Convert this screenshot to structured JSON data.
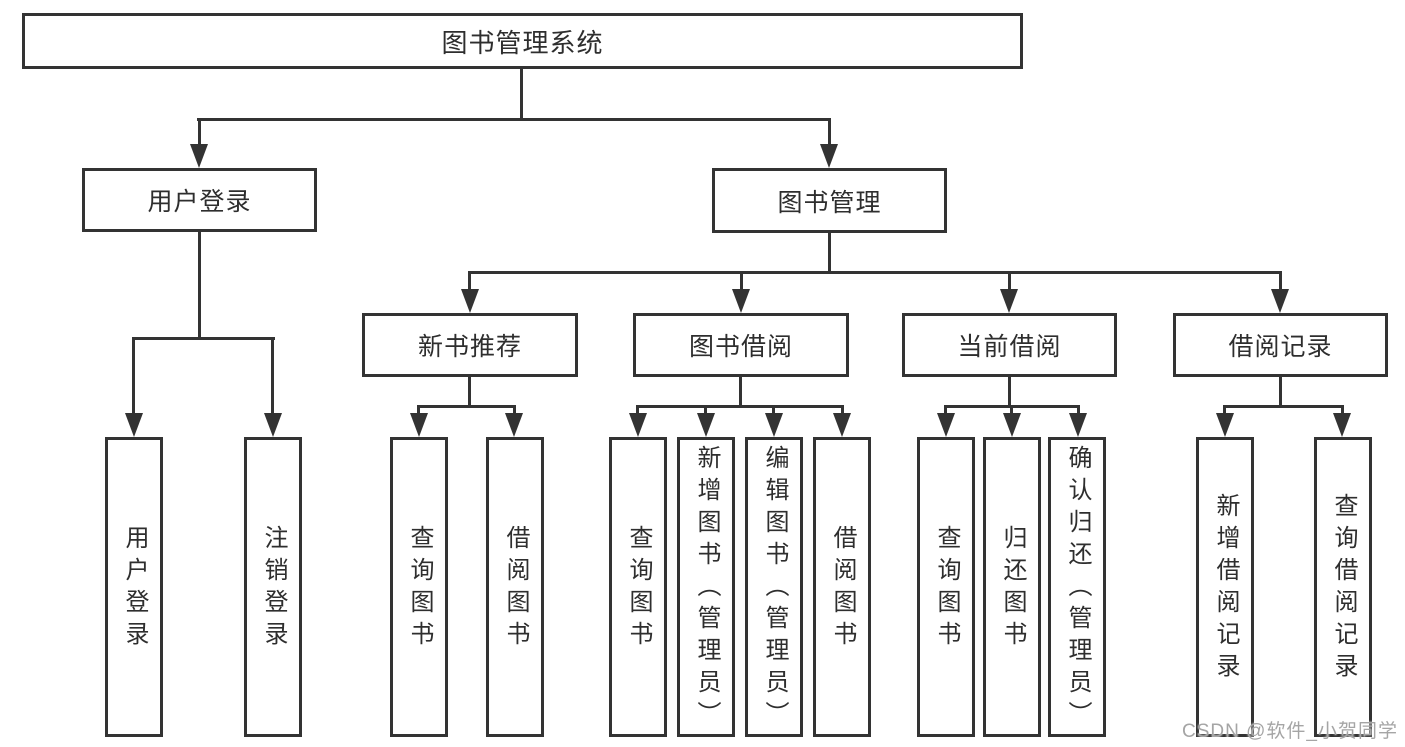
{
  "diagram": {
    "root": "图书管理系统",
    "level2": [
      {
        "label": "用户登录",
        "children": [
          "用户登录",
          "注销登录"
        ]
      },
      {
        "label": "图书管理"
      }
    ],
    "level3": [
      {
        "label": "新书推荐",
        "children": [
          "查询图书",
          "借阅图书"
        ]
      },
      {
        "label": "图书借阅",
        "children": [
          "查询图书",
          "新增图书（管理员）",
          "编辑图书（管理员）",
          "借阅图书"
        ]
      },
      {
        "label": "当前借阅",
        "children": [
          "查询图书",
          "归还图书",
          "确认归还（管理员）"
        ]
      },
      {
        "label": "借阅记录",
        "children": [
          "新增借阅记录",
          "查询借阅记录"
        ]
      }
    ],
    "line_color": "#333333"
  },
  "watermark": "CSDN @软件_小贺同学"
}
